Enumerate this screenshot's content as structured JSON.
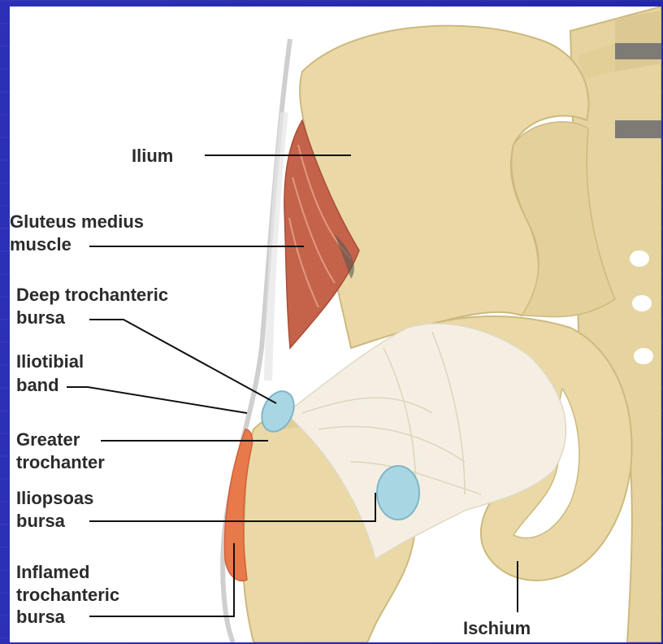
{
  "labels": {
    "ilium": "Ilium",
    "gluteus_1": "Gluteus medius",
    "gluteus_2": "muscle",
    "deep_1": "Deep trochanteric",
    "deep_2": "bursa",
    "itb_1": "Iliotibial",
    "itb_2": "band",
    "greater_1": "Greater",
    "greater_2": "trochanter",
    "iliopsoas_1": "Iliopsoas",
    "iliopsoas_2": "bursa",
    "inflamed_1": "Inflamed",
    "inflamed_2": "trochanteric",
    "inflamed_3": "bursa",
    "ischium": "Ischium"
  },
  "colors": {
    "background": "#2a2fb8",
    "bone": "#ead9a6",
    "bone_shadow": "#d9c48a",
    "muscle": "#c5634a",
    "ligament": "#f4efe2",
    "bursa_blue": "#a9d6e3",
    "bursa_inflamed": "#e8794a",
    "text": "#2b2b2b"
  }
}
